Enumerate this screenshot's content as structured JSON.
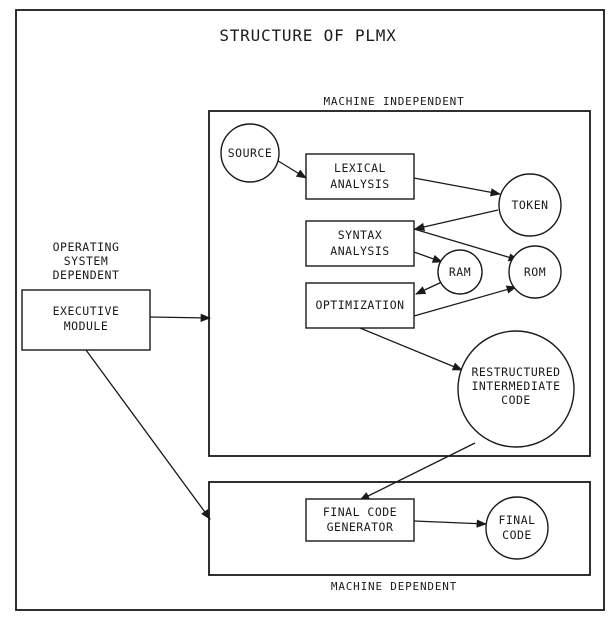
{
  "title": "STRUCTURE OF PLMX",
  "regions": {
    "machine_independent": "MACHINE INDEPENDENT",
    "machine_dependent": "MACHINE DEPENDENT",
    "os_dependent": [
      "OPERATING",
      "SYSTEM",
      "DEPENDENT"
    ]
  },
  "nodes": {
    "source": [
      "SOURCE"
    ],
    "lexical": [
      "LEXICAL",
      "ANALYSIS"
    ],
    "token": [
      "TOKEN"
    ],
    "syntax": [
      "SYNTAX",
      "ANALYSIS"
    ],
    "ram": [
      "RAM"
    ],
    "rom": [
      "ROM"
    ],
    "optimization": [
      "OPTIMIZATION"
    ],
    "restructured": [
      "RESTRUCTURED",
      "INTERMEDIATE",
      "CODE"
    ],
    "executive": [
      "EXECUTIVE",
      "MODULE"
    ],
    "final_gen": [
      "FINAL CODE",
      "GENERATOR"
    ],
    "final_code": [
      "FINAL",
      "CODE"
    ]
  },
  "edges": [
    [
      "source",
      "lexical"
    ],
    [
      "lexical",
      "token"
    ],
    [
      "token",
      "syntax"
    ],
    [
      "syntax",
      "ram"
    ],
    [
      "syntax",
      "rom"
    ],
    [
      "ram",
      "optimization"
    ],
    [
      "optimization",
      "rom"
    ],
    [
      "optimization",
      "restructured"
    ],
    [
      "restructured",
      "final_gen"
    ],
    [
      "final_gen",
      "final_code"
    ],
    [
      "executive",
      "machine_independent"
    ],
    [
      "executive",
      "machine_dependent"
    ]
  ]
}
